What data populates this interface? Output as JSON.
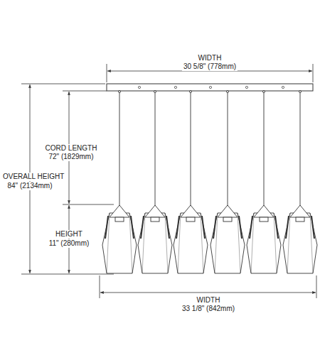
{
  "diagram": {
    "labels": [
      "WIDTH",
      "30 5/8\" (778mm)",
      "CORD LENGTH",
      "72\" (1829mm)",
      "OVERALL HEIGHT",
      "84\" (2134mm)",
      "HEIGHT",
      "11\" (280mm)",
      "WIDTH",
      "33 1/8\" (842mm)"
    ]
  }
}
